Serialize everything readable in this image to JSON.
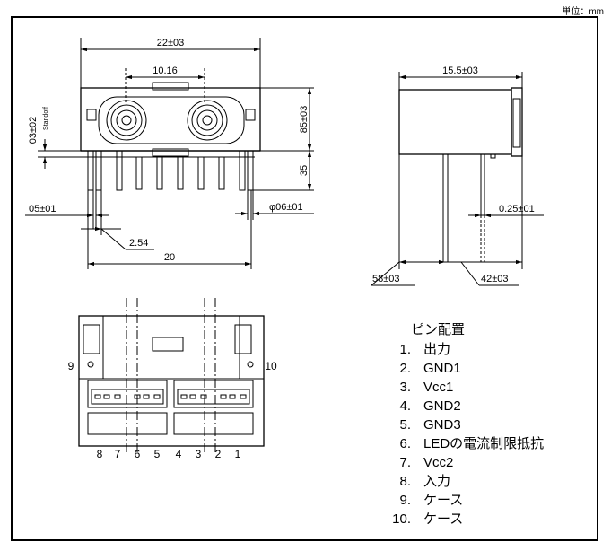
{
  "unit_label": "単位：mm",
  "dimensions": {
    "width_top": "22±03",
    "pitch_center": "10.16",
    "side_width": "15.5±03",
    "standoff": "03±02",
    "standoff_label": "Standoff",
    "height_body": "85±03",
    "height_pin": "35",
    "pin_width": "05±01",
    "pin_diameter": "φ06±01",
    "pin_pitch": "2.54",
    "pin_span": "20",
    "side_pin_thickness": "0.25±01",
    "side_left": "58±03",
    "side_right": "42±03"
  },
  "pin_table": {
    "title": "ピン配置",
    "rows": [
      {
        "num": "1.",
        "name": "出力"
      },
      {
        "num": "2.",
        "name": "GND1"
      },
      {
        "num": "3.",
        "name": "Vcc1"
      },
      {
        "num": "4.",
        "name": "GND2"
      },
      {
        "num": "5.",
        "name": "GND3"
      },
      {
        "num": "6.",
        "name": "LEDの電流制限抵抗"
      },
      {
        "num": "7.",
        "name": "Vcc2"
      },
      {
        "num": "8.",
        "name": "入力"
      },
      {
        "num": "9.",
        "name": "ケース"
      },
      {
        "num": "10.",
        "name": "ケース"
      }
    ]
  },
  "bottom_view": {
    "pin_labels": [
      "8",
      "7",
      "6",
      "5",
      "4",
      "3",
      "2",
      "1"
    ],
    "case_left": "9",
    "case_right": "10"
  }
}
